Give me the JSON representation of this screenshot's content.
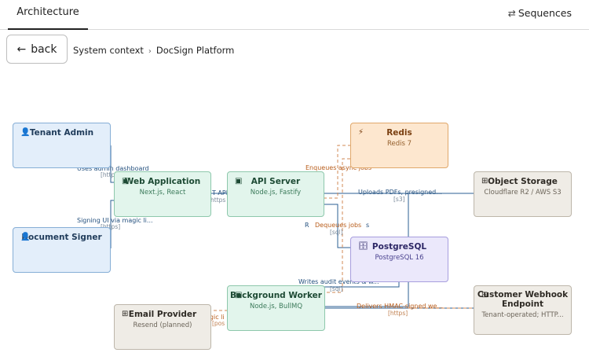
{
  "tabs": {
    "architecture": "Architecture",
    "sequences": "Sequences",
    "sequences_icon": "⇄"
  },
  "back": {
    "label": "back",
    "icon": "←"
  },
  "breadcrumb": {
    "root": "System context",
    "sep": "›",
    "current": "DocSign Platform"
  },
  "nodes": {
    "tenant_admin": {
      "title": "Tenant Admin",
      "icon": "👤"
    },
    "document_signer": {
      "title": "Document Signer",
      "icon": "👤"
    },
    "web_app": {
      "title": "Web Application",
      "sub": "Next.js, React",
      "icon": "▣"
    },
    "api_server": {
      "title": "API Server",
      "sub": "Node.js, Fastify",
      "icon": "▣"
    },
    "redis": {
      "title": "Redis",
      "sub": "Redis 7",
      "icon": "⚡"
    },
    "object_storage": {
      "title": "Object Storage",
      "sub": "Cloudflare R2 / AWS S3",
      "icon": "⊞"
    },
    "postgresql": {
      "title": "PostgreSQL",
      "sub": "PostgreSQL 16",
      "icon": "🗄"
    },
    "background_worker": {
      "title": "Background Worker",
      "sub": "Node.js, BullMQ",
      "icon": "▣"
    },
    "email_provider": {
      "title": "Email Provider",
      "sub": "Resend (planned)",
      "icon": "⊞"
    },
    "webhook_endpoint": {
      "title": "Customer Webhook Endpoint",
      "sub": "Tenant-operated; HTTP...",
      "icon": "⊞"
    }
  },
  "edges": {
    "admin_dashboard": {
      "label": "Uses admin dashboard",
      "tech": "[https]"
    },
    "signing_ui": {
      "label": "Signing UI via magic li...",
      "tech": "[https]"
    },
    "web_api": {
      "label": "T API",
      "tech": "https"
    },
    "enqueue": {
      "label": "Enqueues async jobs"
    },
    "uploads": {
      "label": "Uploads PDFs, presigned...",
      "tech": "[s3]"
    },
    "r_sql": {
      "label": "R",
      "tech": "[sql]"
    },
    "dequeue": {
      "label": "Dequeues jobs",
      "tail": "s"
    },
    "audit": {
      "label": "Writes audit events & w...",
      "tech": "[sql]"
    },
    "webhook": {
      "label": "Delivers HMAC-signed we...",
      "tech": "[https]"
    },
    "magic": {
      "label": "agic li",
      "tech": "[pos"
    }
  },
  "colors": {
    "blue_edge": "#2b5f93",
    "orange_edge": "#d08a55",
    "accent": "#222222"
  }
}
